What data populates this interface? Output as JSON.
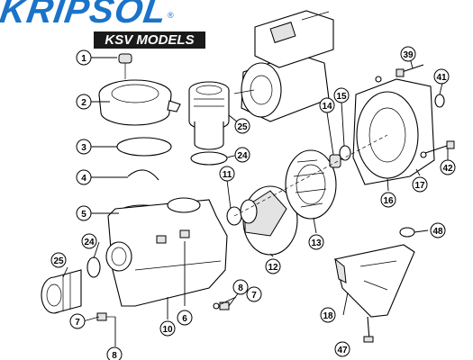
{
  "header": {
    "brand": "KRIPSOL",
    "registered_mark": "®",
    "models_label": "KSV MODELS"
  },
  "callouts": [
    {
      "number": "1",
      "part": "lid-knob"
    },
    {
      "number": "2",
      "part": "strainer-lid"
    },
    {
      "number": "3",
      "part": "lid-o-ring"
    },
    {
      "number": "4",
      "part": "spring-clip"
    },
    {
      "number": "5",
      "part": "strainer-basket"
    },
    {
      "number": "6",
      "part": "side-plug"
    },
    {
      "number": "7",
      "part": "drain-plug"
    },
    {
      "number": "7",
      "part": "drain-plug"
    },
    {
      "number": "8",
      "part": "drain-plug-o-ring"
    },
    {
      "number": "8",
      "part": "drain-plug-o-ring"
    },
    {
      "number": "10",
      "part": "pump-body"
    },
    {
      "number": "11",
      "part": "diffuser-o-ring"
    },
    {
      "number": "12",
      "part": "diffuser"
    },
    {
      "number": "13",
      "part": "impeller"
    },
    {
      "number": "14",
      "part": "mechanical-seal"
    },
    {
      "number": "15",
      "part": "seal-ring"
    },
    {
      "number": "16",
      "part": "seal-housing-flange"
    },
    {
      "number": "17",
      "part": "body-gasket"
    },
    {
      "number": "18",
      "part": "motor-support-foot"
    },
    {
      "number": "24",
      "part": "union-o-ring"
    },
    {
      "number": "24",
      "part": "union-o-ring"
    },
    {
      "number": "25",
      "part": "union-fitting"
    },
    {
      "number": "25",
      "part": "union-fitting"
    },
    {
      "number": "39",
      "part": "flange-bolt"
    },
    {
      "number": "41",
      "part": "washer"
    },
    {
      "number": "42",
      "part": "flange-bolt"
    },
    {
      "number": "47",
      "part": "foot-screw"
    },
    {
      "number": "48",
      "part": "foot-washer"
    }
  ]
}
